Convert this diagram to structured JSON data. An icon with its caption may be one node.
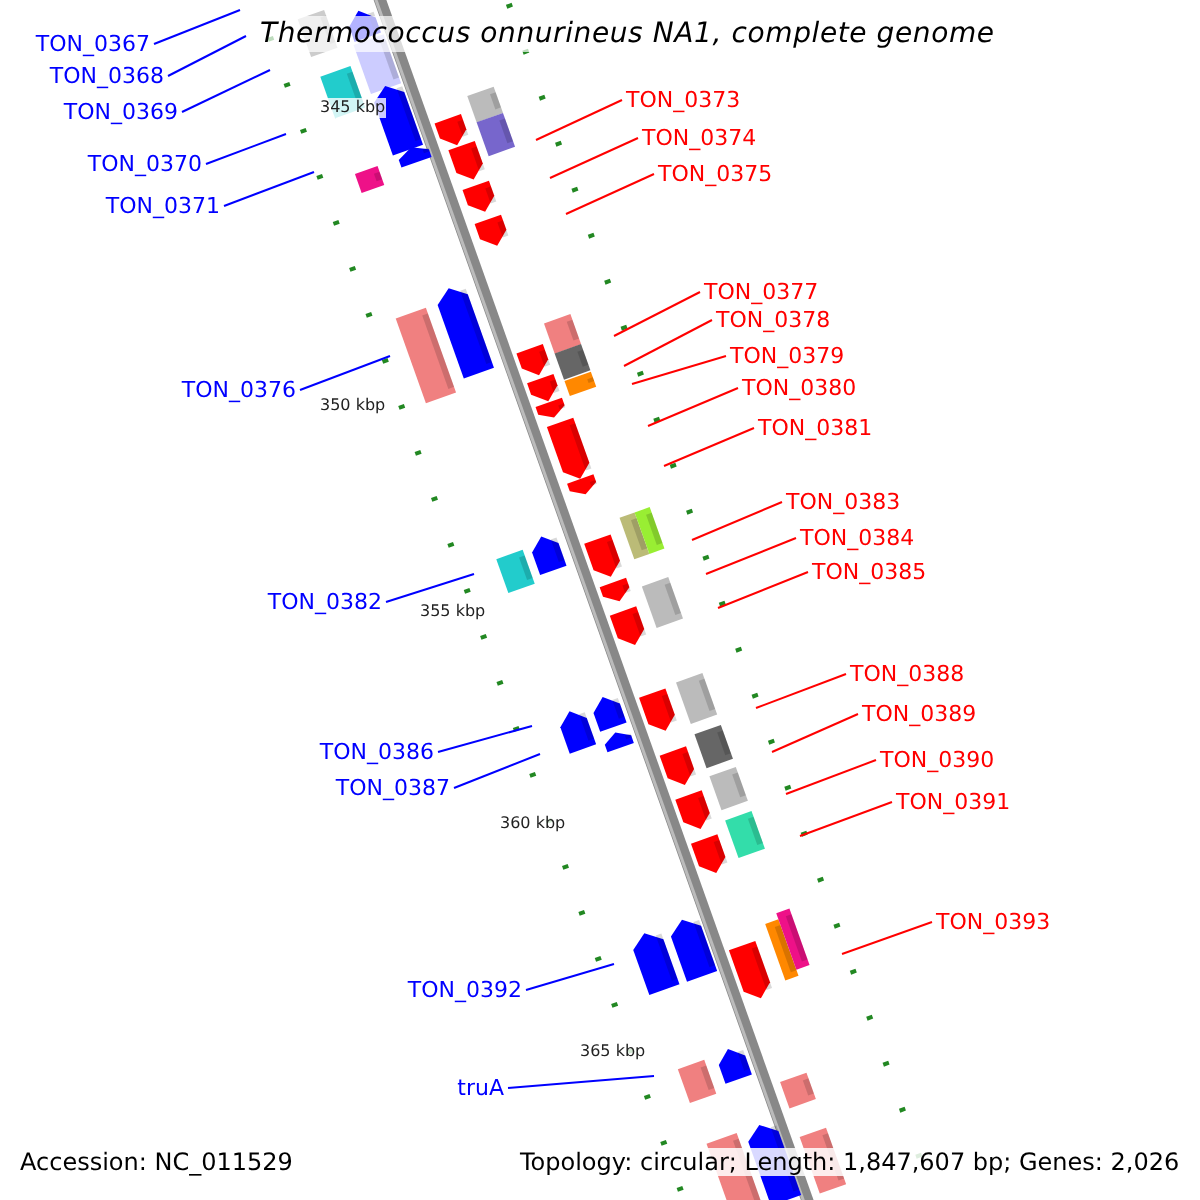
{
  "diagram": {
    "title": "Thermococcus onnurineus NA1, complete genome",
    "nodes": [
      {
        "text": [
          "TON_0367"
        ]
      },
      {
        "text": [
          "TON_0368"
        ]
      },
      {
        "text": [
          "TON_0373"
        ]
      },
      {
        "text": [
          "TON_0369"
        ]
      },
      {
        "text": [
          "TON_0374"
        ]
      },
      {
        "text": [
          "TON_0370"
        ]
      },
      {
        "text": [
          "TON_0375"
        ]
      },
      {
        "text": [
          "TON_0371"
        ]
      },
      {
        "text": [
          "TON_0377"
        ]
      },
      {
        "text": [
          "TON_0378"
        ]
      },
      {
        "text": [
          "TON_0379"
        ]
      },
      {
        "text": [
          "TON_0380"
        ]
      },
      {
        "text": [
          "TON_0376"
        ]
      },
      {
        "text": [
          "TON_0381"
        ]
      },
      {
        "text": [
          "TON_0383"
        ]
      },
      {
        "text": [
          "TON_0384"
        ]
      },
      {
        "text": [
          "TON_0385"
        ]
      },
      {
        "text": [
          "TON_0382"
        ]
      },
      {
        "text": [
          "TON_0388"
        ]
      },
      {
        "text": [
          "TON_0389"
        ]
      },
      {
        "text": [
          "TON_0386"
        ]
      },
      {
        "text": [
          "TON_0390"
        ]
      },
      {
        "text": [
          "TON_0387"
        ]
      },
      {
        "text": [
          "TON_0391"
        ]
      },
      {
        "text": [
          "TON_0393"
        ]
      },
      {
        "text": [
          "TON_0392"
        ]
      },
      {
        "text": [
          "truA"
        ]
      }
    ],
    "edges": [
      {
        "from": 0,
        "to": null,
        "arrow": "none",
        "color": "#0000ff"
      },
      {
        "from": 1,
        "to": null,
        "arrow": "none",
        "color": "#0000ff"
      },
      {
        "from": 2,
        "to": null,
        "arrow": "none"
      },
      {
        "from": 3,
        "to": null,
        "arrow": "none",
        "color": "#0000ff"
      },
      {
        "from": 4,
        "to": null,
        "arrow": "none"
      },
      {
        "from": 5,
        "to": null,
        "arrow": "none",
        "color": "#0000ff"
      },
      {
        "from": 6,
        "to": null,
        "arrow": "none"
      },
      {
        "from": 7,
        "to": null,
        "arrow": "none",
        "color": "#0000ff"
      },
      {
        "from": 8,
        "to": null,
        "arrow": "none"
      },
      {
        "from": 9,
        "to": null,
        "arrow": "none"
      },
      {
        "from": 10,
        "to": null,
        "arrow": "none"
      },
      {
        "from": 11,
        "to": null,
        "arrow": "none"
      },
      {
        "from": 12,
        "to": null,
        "arrow": "none",
        "color": "#0000ff"
      },
      {
        "from": 13,
        "to": null,
        "arrow": "none"
      },
      {
        "from": 14,
        "to": null,
        "arrow": "none"
      },
      {
        "from": 15,
        "to": null,
        "arrow": "none"
      },
      {
        "from": 16,
        "to": null,
        "arrow": "none"
      },
      {
        "from": 17,
        "to": null,
        "arrow": "none",
        "color": "#0000ff"
      },
      {
        "from": 18,
        "to": null,
        "arrow": "none"
      },
      {
        "from": 19,
        "to": null,
        "arrow": "none"
      },
      {
        "from": 20,
        "to": null,
        "arrow": "none",
        "color": "#0000ff"
      },
      {
        "from": 21,
        "to": null,
        "arrow": "none"
      },
      {
        "from": 22,
        "to": null,
        "arrow": "none",
        "color": "#0000ff"
      },
      {
        "from": 23,
        "to": null,
        "arrow": "none"
      },
      {
        "from": 24,
        "to": null,
        "arrow": "none"
      },
      {
        "from": 25,
        "to": null,
        "arrow": "none",
        "color": "#0000ff"
      },
      {
        "from": 26,
        "to": null,
        "arrow": "none",
        "color": "#0000ff"
      }
    ],
    "labels": [
      "345 kbp",
      "350 kbp",
      "355 kbp",
      "360 kbp",
      "365 kbp",
      "Accession: NC_011529",
      "Topology: circular; Length: 1,847,607 bp; Genes: 2,026"
    ]
  }
}
